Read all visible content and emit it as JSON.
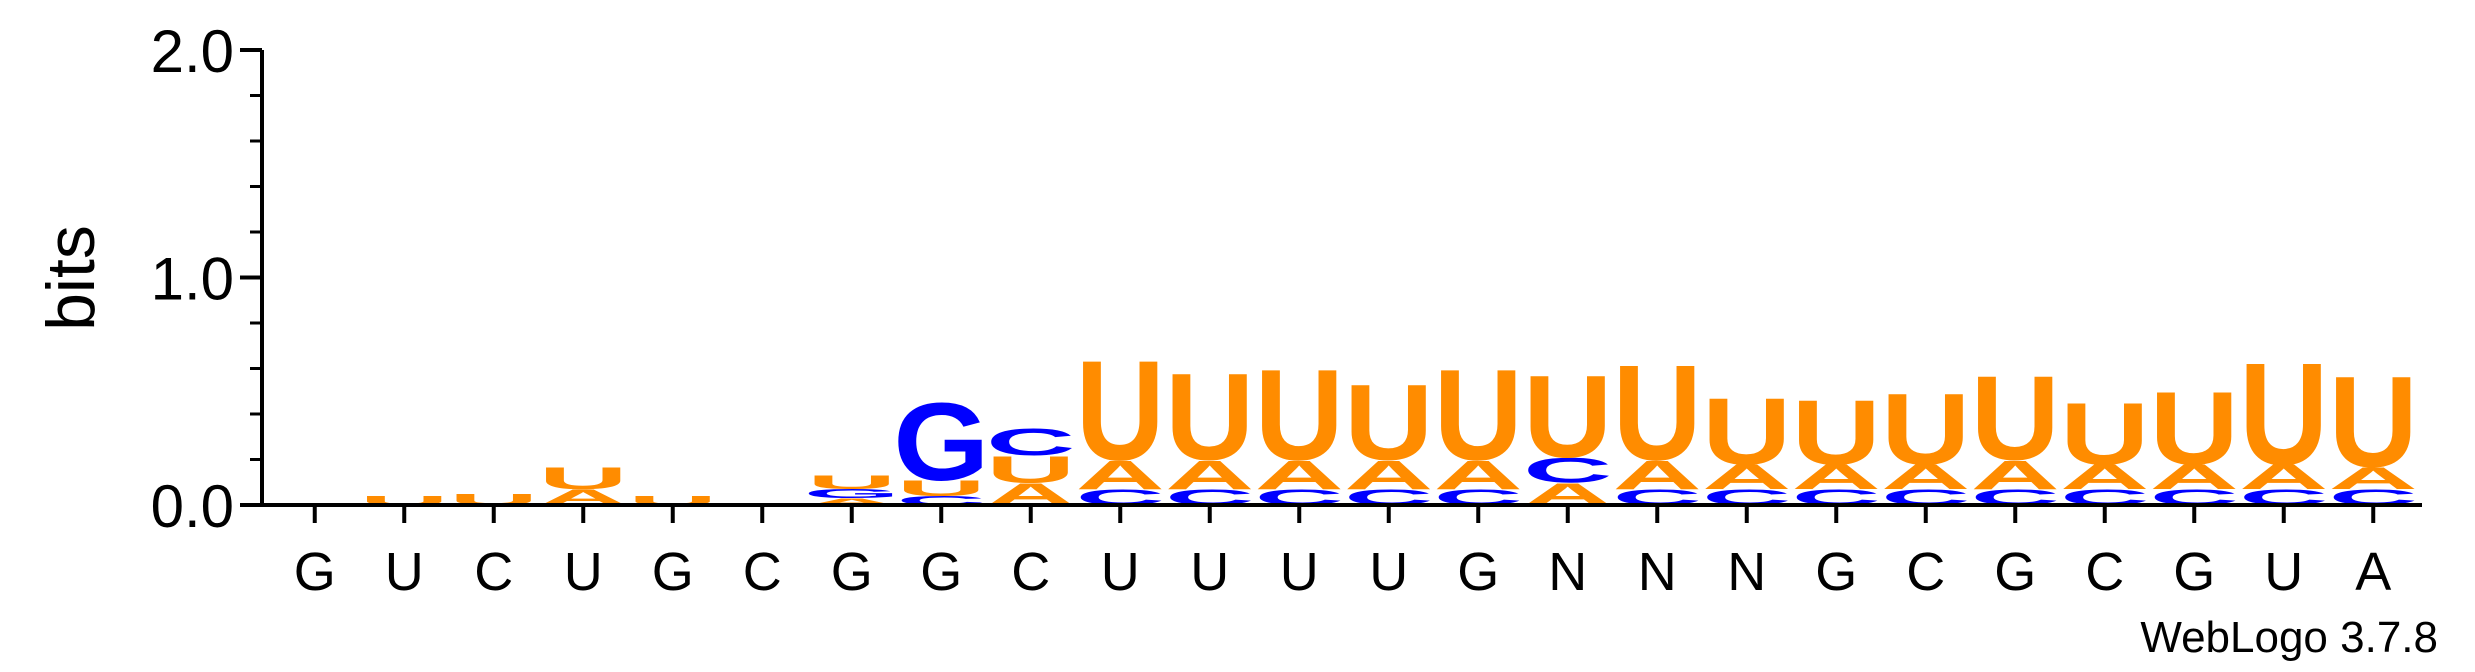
{
  "chart_data": {
    "type": "sequence-logo",
    "ylabel": "bits",
    "ylim": [
      0,
      2.0
    ],
    "yticks": [
      "0.0",
      "1.0",
      "2.0"
    ],
    "credit": "WebLogo 3.7.8",
    "colors": {
      "A": "#ff8c00",
      "U": "#ff8c00",
      "C": "#0000ff",
      "G": "#0000ff"
    },
    "positions": [
      {
        "label": "G",
        "stack": []
      },
      {
        "label": "U",
        "stack": [
          [
            "U",
            0.04
          ]
        ]
      },
      {
        "label": "C",
        "stack": [
          [
            "U",
            0.05
          ]
        ]
      },
      {
        "label": "U",
        "stack": [
          [
            "A",
            0.07
          ],
          [
            "U",
            0.1
          ]
        ]
      },
      {
        "label": "G",
        "stack": [
          [
            "U",
            0.04
          ]
        ]
      },
      {
        "label": "C",
        "stack": []
      },
      {
        "label": "G",
        "stack": [
          [
            "A",
            0.03
          ],
          [
            "G",
            0.04
          ],
          [
            "U",
            0.06
          ]
        ]
      },
      {
        "label": "G",
        "stack": [
          [
            "C",
            0.04
          ],
          [
            "U",
            0.07
          ],
          [
            "G",
            0.35
          ]
        ]
      },
      {
        "label": "C",
        "stack": [
          [
            "A",
            0.1
          ],
          [
            "U",
            0.12
          ],
          [
            "C",
            0.12
          ]
        ]
      },
      {
        "label": "U",
        "stack": [
          [
            "C",
            0.07
          ],
          [
            "A",
            0.13
          ],
          [
            "U",
            0.45
          ]
        ]
      },
      {
        "label": "U",
        "stack": [
          [
            "C",
            0.07
          ],
          [
            "A",
            0.13
          ],
          [
            "U",
            0.39
          ]
        ]
      },
      {
        "label": "U",
        "stack": [
          [
            "C",
            0.07
          ],
          [
            "A",
            0.13
          ],
          [
            "U",
            0.41
          ]
        ]
      },
      {
        "label": "U",
        "stack": [
          [
            "C",
            0.07
          ],
          [
            "A",
            0.13
          ],
          [
            "U",
            0.34
          ]
        ]
      },
      {
        "label": "G",
        "stack": [
          [
            "C",
            0.07
          ],
          [
            "A",
            0.13
          ],
          [
            "U",
            0.41
          ]
        ]
      },
      {
        "label": "N",
        "stack": [
          [
            "A",
            0.1
          ],
          [
            "C",
            0.11
          ],
          [
            "U",
            0.37
          ]
        ]
      },
      {
        "label": "N",
        "stack": [
          [
            "C",
            0.07
          ],
          [
            "A",
            0.13
          ],
          [
            "U",
            0.43
          ]
        ]
      },
      {
        "label": "N",
        "stack": [
          [
            "C",
            0.07
          ],
          [
            "A",
            0.11
          ],
          [
            "U",
            0.3
          ]
        ]
      },
      {
        "label": "G",
        "stack": [
          [
            "C",
            0.07
          ],
          [
            "A",
            0.11
          ],
          [
            "U",
            0.29
          ]
        ]
      },
      {
        "label": "C",
        "stack": [
          [
            "C",
            0.07
          ],
          [
            "A",
            0.11
          ],
          [
            "U",
            0.32
          ]
        ]
      },
      {
        "label": "G",
        "stack": [
          [
            "C",
            0.07
          ],
          [
            "A",
            0.13
          ],
          [
            "U",
            0.38
          ]
        ]
      },
      {
        "label": "C",
        "stack": [
          [
            "C",
            0.07
          ],
          [
            "A",
            0.11
          ],
          [
            "U",
            0.28
          ]
        ]
      },
      {
        "label": "G",
        "stack": [
          [
            "C",
            0.07
          ],
          [
            "A",
            0.11
          ],
          [
            "U",
            0.33
          ]
        ]
      },
      {
        "label": "U",
        "stack": [
          [
            "C",
            0.07
          ],
          [
            "A",
            0.11
          ],
          [
            "U",
            0.46
          ]
        ]
      },
      {
        "label": "A",
        "stack": [
          [
            "C",
            0.07
          ],
          [
            "A",
            0.1
          ],
          [
            "U",
            0.41
          ]
        ]
      }
    ]
  }
}
